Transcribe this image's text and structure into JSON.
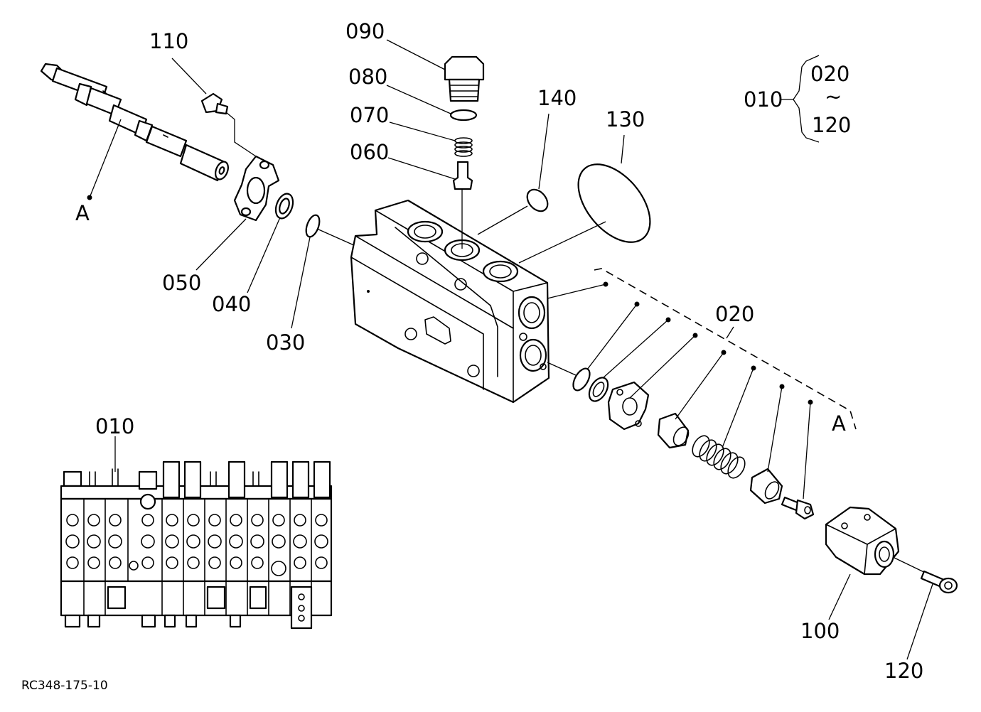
{
  "callouts": {
    "c010_top": "010",
    "c020": "020",
    "c030": "030",
    "c040": "040",
    "c050": "050",
    "c060": "060",
    "c070": "070",
    "c080": "080",
    "c090": "090",
    "c100": "100",
    "c110": "110",
    "c120": "120",
    "c130": "130",
    "c140": "140",
    "c010_inset": "010"
  },
  "reference_marks": {
    "a_left": "A",
    "a_right": "A"
  },
  "range_note": {
    "assembly": "010",
    "from": "020",
    "tilde": "~",
    "to": "120"
  },
  "drawing_code": "RC348-175-10",
  "colors": {
    "line": "#000000",
    "paper": "#ffffff"
  }
}
